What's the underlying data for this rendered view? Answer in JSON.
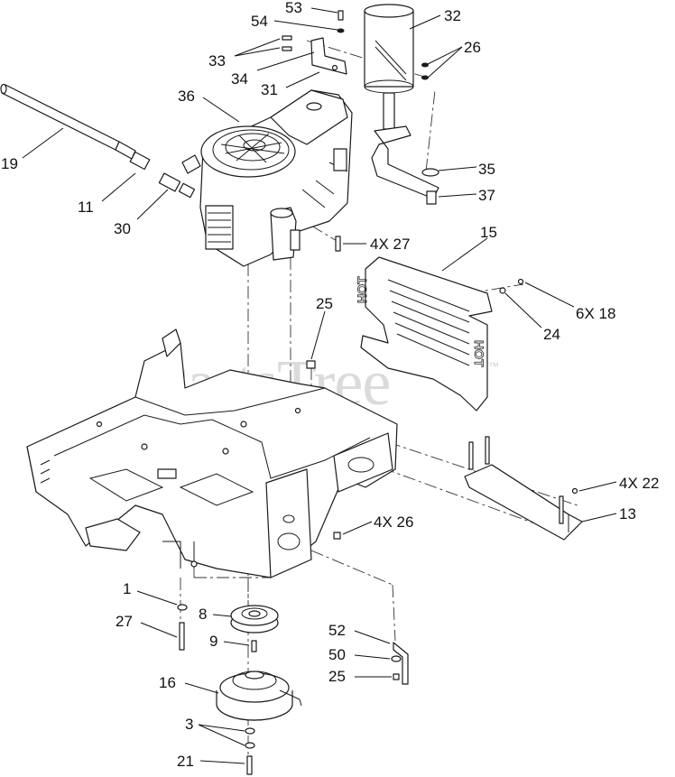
{
  "watermark": {
    "text": "PartsTree",
    "mark": "™"
  },
  "decal_text": "HOT",
  "callouts": [
    {
      "id": "c53",
      "text": "53"
    },
    {
      "id": "c54",
      "text": "54"
    },
    {
      "id": "c32",
      "text": "32"
    },
    {
      "id": "c26",
      "text": "26"
    },
    {
      "id": "c33",
      "text": "33"
    },
    {
      "id": "c34",
      "text": "34"
    },
    {
      "id": "c31",
      "text": "31"
    },
    {
      "id": "c36",
      "text": "36"
    },
    {
      "id": "c19",
      "text": "19"
    },
    {
      "id": "c11",
      "text": "11"
    },
    {
      "id": "c30",
      "text": "30"
    },
    {
      "id": "c35",
      "text": "35"
    },
    {
      "id": "c37",
      "text": "37"
    },
    {
      "id": "c4x27",
      "text": "4X 27"
    },
    {
      "id": "c15",
      "text": "15"
    },
    {
      "id": "c6x18",
      "text": "6X 18"
    },
    {
      "id": "c24",
      "text": "24"
    },
    {
      "id": "c25a",
      "text": "25"
    },
    {
      "id": "c4x22",
      "text": "4X 22"
    },
    {
      "id": "c13",
      "text": "13"
    },
    {
      "id": "c4x26",
      "text": "4X 26"
    },
    {
      "id": "c1",
      "text": "1"
    },
    {
      "id": "c27",
      "text": "27"
    },
    {
      "id": "c8",
      "text": "8"
    },
    {
      "id": "c9",
      "text": "9"
    },
    {
      "id": "c52",
      "text": "52"
    },
    {
      "id": "c50",
      "text": "50"
    },
    {
      "id": "c25b",
      "text": "25"
    },
    {
      "id": "c16",
      "text": "16"
    },
    {
      "id": "c3",
      "text": "3"
    },
    {
      "id": "c21",
      "text": "21"
    }
  ]
}
